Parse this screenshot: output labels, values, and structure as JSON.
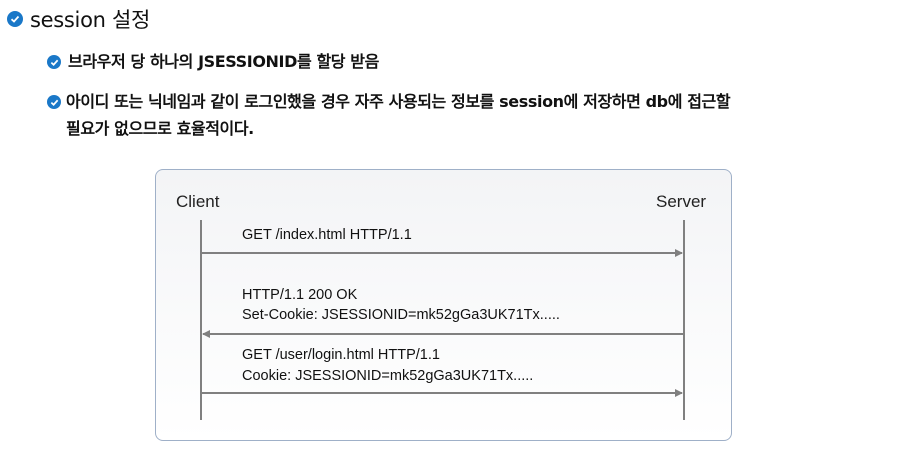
{
  "heading": {
    "text": "session 설정"
  },
  "bullets": [
    {
      "text": "브라우저 당 하나의 JSESSIONID를 할당 받음"
    },
    {
      "line1": "아이디 또는 닉네임과 같이 로그인했을 경우 자주 사용되는 정보를 session에 저장하면  db에 접근할",
      "line2": "필요가 없으므로 효율적이다."
    }
  ],
  "diagram": {
    "client_label": "Client",
    "server_label": "Server",
    "messages": [
      {
        "lines": [
          "GET /index.html HTTP/1.1"
        ],
        "direction": "client-to-server"
      },
      {
        "lines": [
          "HTTP/1.1 200 OK",
          "Set-Cookie: JSESSIONID=mk52gGa3UK71Tx....."
        ],
        "direction": "server-to-client"
      },
      {
        "lines": [
          "GET /user/login.html HTTP/1.1",
          "Cookie: JSESSIONID=mk52gGa3UK71Tx....."
        ],
        "direction": "client-to-server"
      }
    ]
  },
  "colors": {
    "bullet": "#1a78c8",
    "line": "#808080",
    "box_border": "#9fb0c8"
  },
  "icons": {
    "bullet": "check-circle-icon"
  }
}
